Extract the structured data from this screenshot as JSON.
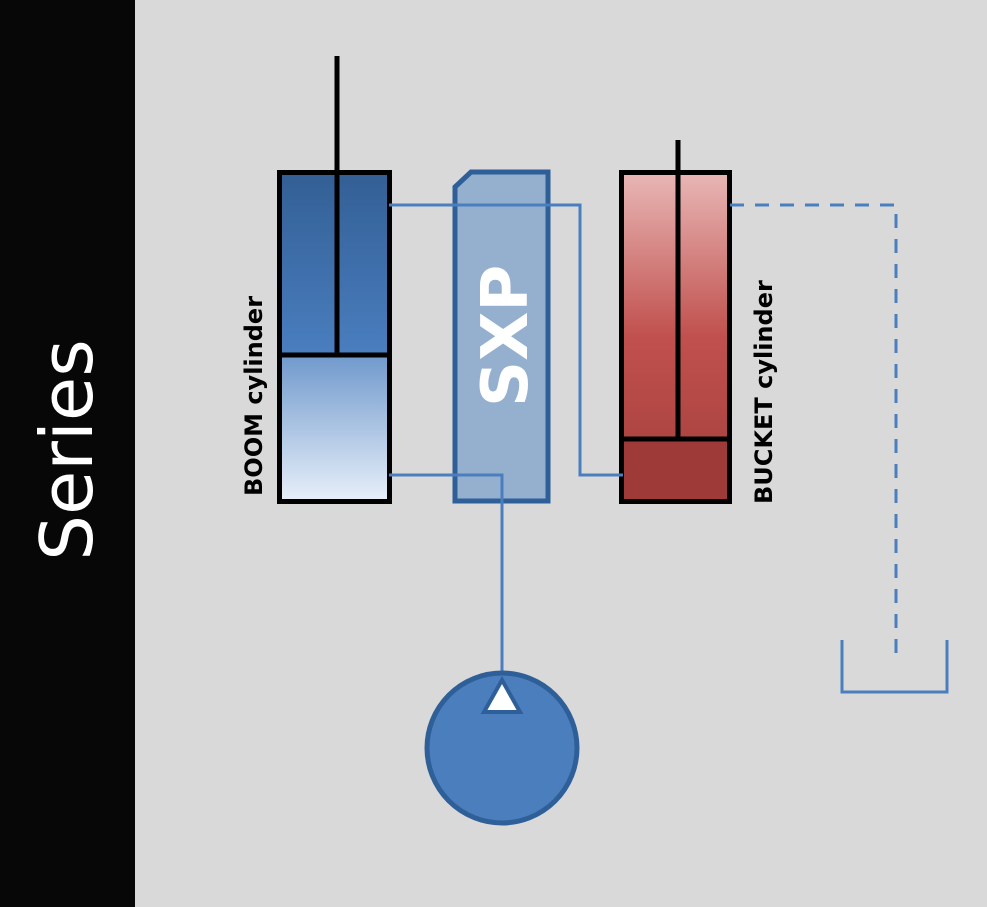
{
  "sidebar": {
    "title": "Series"
  },
  "diagram": {
    "boom_label": "BOOM cylinder",
    "bucket_label": "BUCKET cylinder",
    "valve_label": "SXP"
  },
  "colors": {
    "sidebar_bg": "#070707",
    "diagram_bg": "#d9d9d9",
    "line_blue": "#4a7ebf",
    "boom_dark": "#335f95",
    "bucket_red": "#c0504d",
    "valve_fill": "#95b0cf",
    "pump_fill": "#4b7ebc"
  },
  "icons": {
    "pump": "pump-circle-icon",
    "tank": "tank-reservoir-icon"
  }
}
